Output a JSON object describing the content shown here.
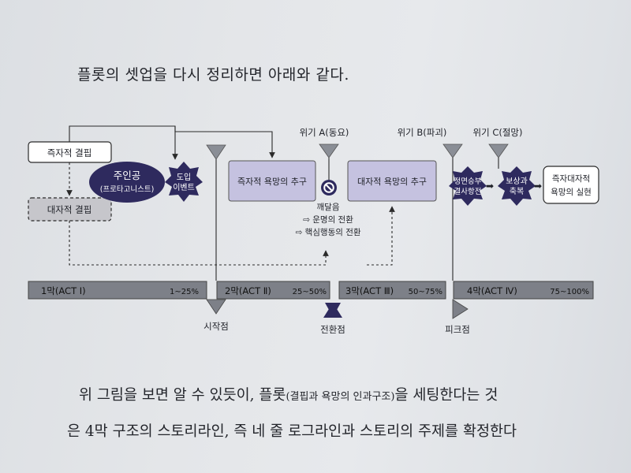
{
  "intro": "플롯의 셋업을 다시 정리하면 아래와 같다.",
  "diagram": {
    "left_boxes": {
      "immediate_conflict": "즉자적 결핍",
      "fundamental_conflict": "대자적 결핍"
    },
    "protagonist": {
      "line1": "주인공",
      "line2": "(프로타고니스트)"
    },
    "inciting_event": {
      "line1": "도입",
      "line2": "이벤트"
    },
    "pursuit_immediate": "즉자적 욕망의 추구",
    "pursuit_fundamental": "대자적 욕망의 추구",
    "crisis_a": "위기 A(동요)",
    "crisis_b": "위기 B(파괴)",
    "crisis_c": "위기 C(절망)",
    "realization": {
      "line1": "깨달음",
      "line2": "⇨ 운명의 전환",
      "line3": "⇨ 핵심행동의 전환"
    },
    "decisive_battle": {
      "line1": "정면승부",
      "line2": "결사항전"
    },
    "reward": {
      "line1": "보상과",
      "line2": "축복"
    },
    "realization_final": {
      "line1": "즉자대자적",
      "line2": "욕망의 실현"
    },
    "acts": [
      {
        "label": "1막(ACT Ⅰ)",
        "range": "1~25%"
      },
      {
        "label": "2막(ACT Ⅱ)",
        "range": "25~50%"
      },
      {
        "label": "3막(ACT Ⅲ)",
        "range": "50~75%"
      },
      {
        "label": "4막(ACT Ⅳ)",
        "range": "75~100%"
      }
    ],
    "points": {
      "start": "시작점",
      "turning": "전환점",
      "peak": "피크점"
    }
  },
  "para1": {
    "before": "위 그림을 보면 알 수 있듯이, 플롯",
    "small": "(결핍과 욕망의 인과구조)",
    "after": "을 세팅한다는 것"
  },
  "para2": "은 4막 구조의 스토리라인, 즉 네 줄 로그라인과 스토리의 주제를 확정한다",
  "colors": {
    "dark_navy": "#2e2a5e",
    "lavender": "#c5c2e0",
    "act_bar": "#7d8088",
    "triangle_gray": "#8a8e96"
  }
}
